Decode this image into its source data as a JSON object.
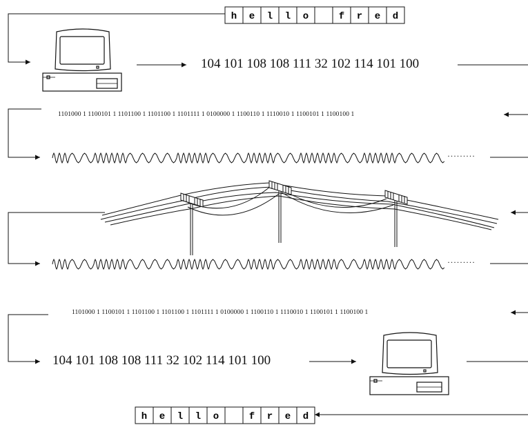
{
  "message_chars": [
    "h",
    "e",
    "l",
    "l",
    "o",
    " ",
    "f",
    "r",
    "e",
    "d"
  ],
  "decimal_codes": "104 101 108 108 111 32 102 114 101 100",
  "binary_codes": "1101000 1 1100101 1 1101100 1 1101100 1 1101111 1 0100000 1 1100110 1 1110010 1 1100101 1 1100100 1",
  "signal_continuation": "·········",
  "icons": {
    "sender": "computer-icon",
    "receiver": "computer-icon",
    "medium": "telephone-poles-icon"
  },
  "colors": {
    "ink": "#111111",
    "background": "#ffffff"
  }
}
